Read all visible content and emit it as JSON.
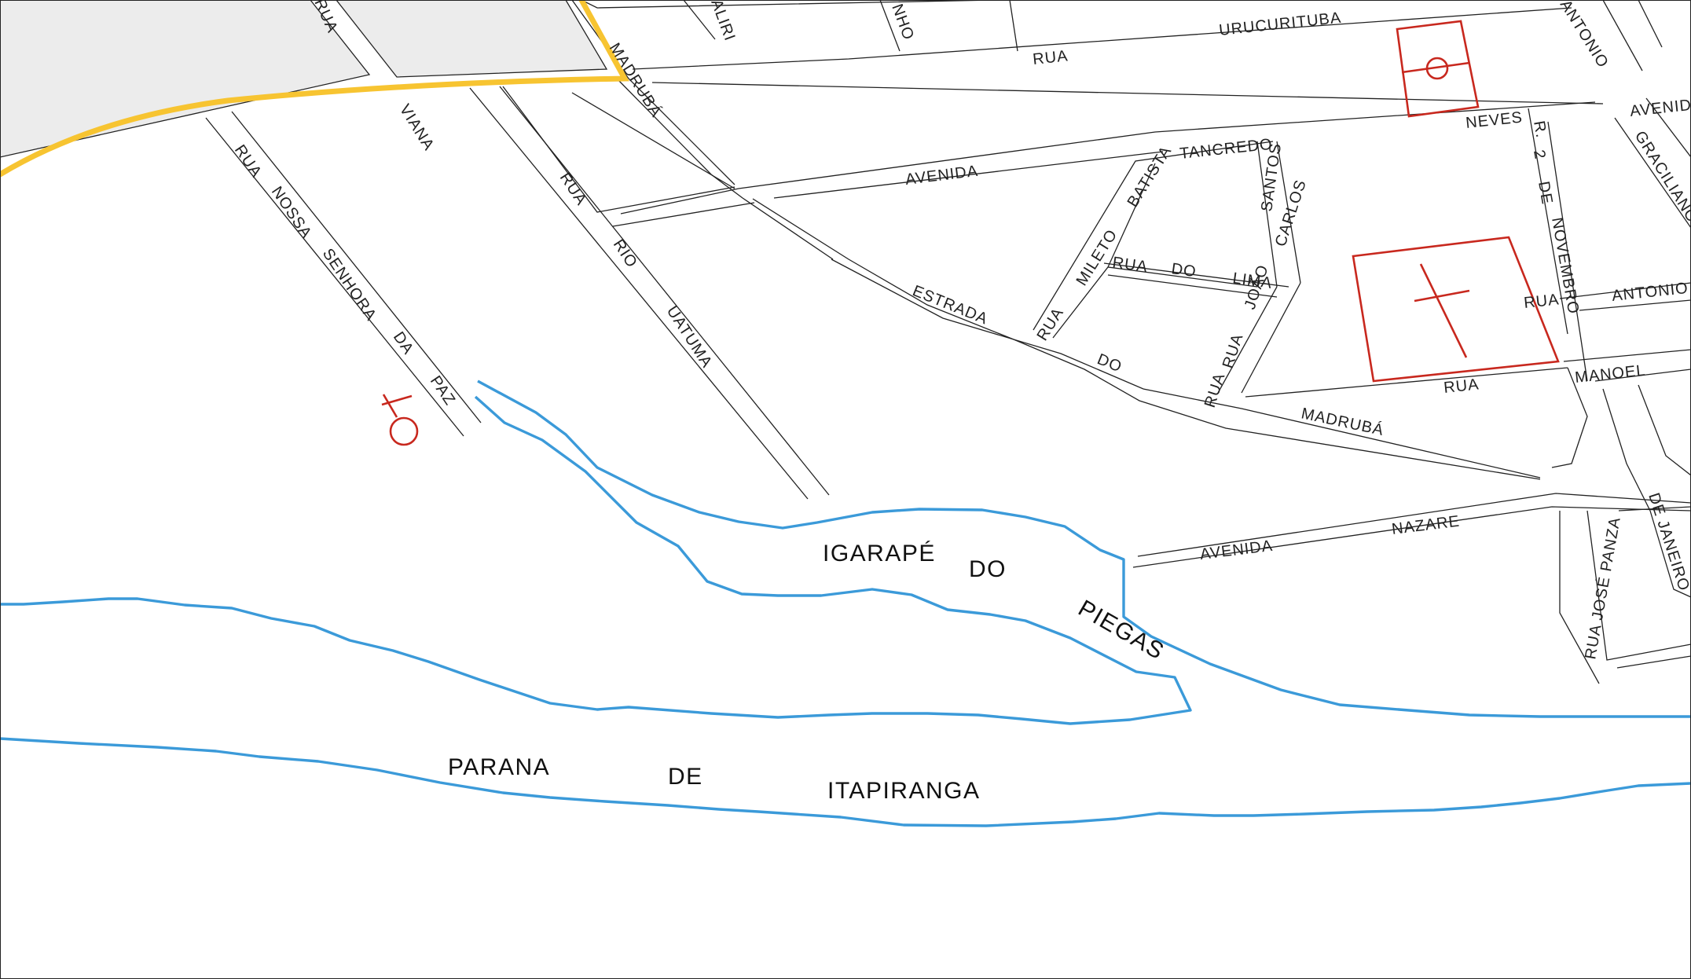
{
  "map": {
    "colors": {
      "background": "#ffffff",
      "street": "#222222",
      "built_area": "#ececec",
      "highway": "#f7c431",
      "water": "#3b9ad9",
      "landmark": "#c8281e"
    },
    "street_labels": {
      "rua1": "RUA",
      "nossa": "NOSSA",
      "senhora": "SENHORA",
      "da": "DA",
      "paz": "PAZ",
      "viana": "VIANA",
      "rua2": "RUA",
      "rio": "RIO",
      "uatuma": "UATUMA",
      "madruba1": "MADRUBÁ",
      "aliri": "ALIRI",
      "nho": "NHO",
      "rua3": "RUA",
      "urucurituba": "URUCURITUBA",
      "antonio1": "ANTONIO",
      "avenida1": "AVENIDA",
      "avenida2": "AVENIDA",
      "neves": "NEVES",
      "r": "R.",
      "tancredo": "TANCREDO",
      "batista": "BATISTA",
      "mileto": "MILETO",
      "rua4": "RUA",
      "santos": "SANTOS",
      "rua5": "RUA",
      "do1": "DO",
      "lima": "LIMA",
      "joao": "JOÃO",
      "carlos": "CARLOS",
      "rua6": "RUA",
      "rua7": "RUA",
      "estrada": "ESTRADA",
      "do2": "DO",
      "madruba2": "MADRUBÁ",
      "dois": "2",
      "de": "DE",
      "novembro": "NOVEMBRO",
      "rua8": "RUA",
      "antonio2": "ANTONIO",
      "rua9": "RUA",
      "manoel": "MANOEL",
      "graciliano": "GRACILIANO",
      "avenida3": "AVENIDA",
      "nazare": "NAZARE",
      "jose_panza": "RUA JOSÉ PANZA",
      "janeiro": "DE JANEIRO",
      "cut_top": "RUA"
    },
    "water_labels": {
      "igarape": "IGARAPÉ",
      "do": "DO",
      "piegas": "PIEGAS",
      "parana": "PARANA",
      "de": "DE",
      "itapiranga": "ITAPIRANGA"
    },
    "landmarks": [
      "female-symbol-icon",
      "soccer-field-icon",
      "cemetery-cross-icon"
    ]
  }
}
